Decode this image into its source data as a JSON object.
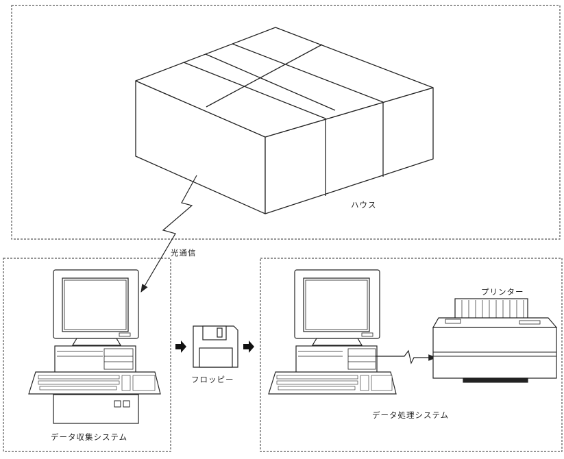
{
  "diagram": {
    "labels": {
      "house": "ハウス",
      "optical_comm": "光通信",
      "floppy": "フロッピー",
      "printer": "プリンター",
      "data_collection": "データ収集システム",
      "data_processing": "データ処理システム"
    },
    "colors": {
      "line": "#222222",
      "dashed_border": "#555555",
      "arrow": "#111111"
    }
  }
}
